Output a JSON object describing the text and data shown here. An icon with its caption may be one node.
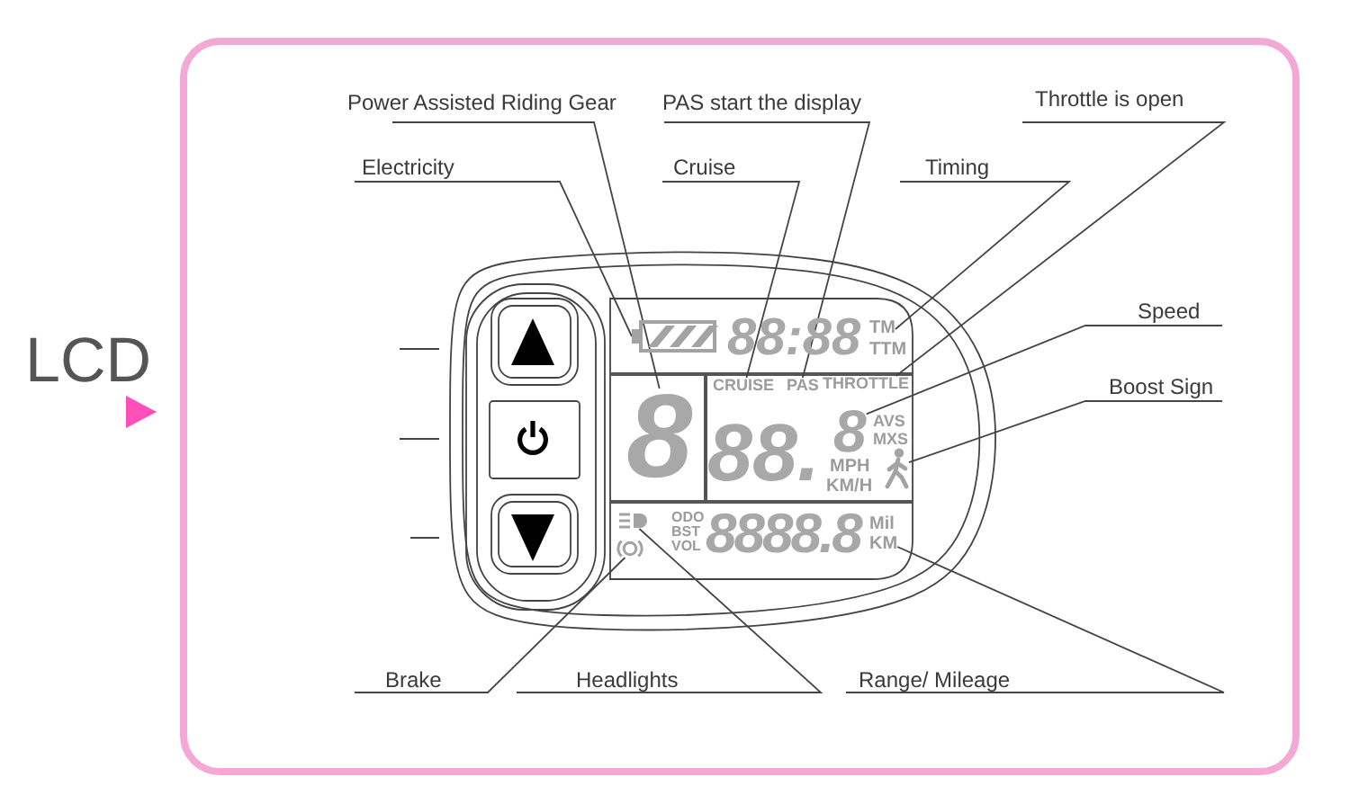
{
  "diagram": {
    "nodes": [
      {
        "text": [
          "Power Assisted Riding Gear"
        ]
      },
      {
        "text": [
          "PAS start the display"
        ]
      },
      {
        "text": [
          "Throttle is open"
        ]
      },
      {
        "text": [
          "Electricity"
        ]
      },
      {
        "text": [
          "Cruise"
        ]
      },
      {
        "text": [
          "Timing"
        ]
      },
      {
        "text": [
          "Speed"
        ]
      },
      {
        "text": [
          "Boost Sign"
        ]
      },
      {
        "text": [
          "Brake"
        ]
      },
      {
        "text": [
          "Headlights"
        ]
      },
      {
        "text": [
          "Range/ Mileage"
        ]
      },
      {
        "text": [],
        "shape": "battery"
      },
      {
        "text": [
          "TM"
        ]
      },
      {
        "text": [
          "CRUISE"
        ]
      },
      {
        "text": [
          "PAS"
        ]
      },
      {
        "text": [
          "THROTTLE"
        ]
      },
      {
        "text": [
          "8"
        ]
      },
      {
        "text": [
          "8"
        ]
      },
      {
        "text": [],
        "shape": "person"
      },
      {
        "text": [],
        "shape": "lamp"
      },
      {
        "text": [
          "KM"
        ]
      },
      {
        "text": [],
        "shape": "circle"
      }
    ],
    "edges": [
      {
        "from": 0,
        "to": 16,
        "arrow": "none"
      },
      {
        "from": 1,
        "to": 14,
        "arrow": "none"
      },
      {
        "from": 2,
        "to": 15,
        "arrow": "none"
      },
      {
        "from": 3,
        "to": 11,
        "arrow": "none"
      },
      {
        "from": 4,
        "to": 13,
        "arrow": "none"
      },
      {
        "from": 5,
        "to": 12,
        "arrow": "none"
      },
      {
        "from": 6,
        "to": 17,
        "arrow": "none"
      },
      {
        "from": 7,
        "to": 18,
        "arrow": "none"
      },
      {
        "from": 8,
        "to": 21,
        "arrow": "none"
      },
      {
        "from": 9,
        "to": 19,
        "arrow": "none"
      },
      {
        "from": 10,
        "to": 20,
        "arrow": "none"
      }
    ],
    "labels": [
      "LCD",
      "88:88",
      "TTM",
      "88.",
      "AVS",
      "MXS",
      "MPH",
      "KM/H",
      "ODO",
      "BST",
      "VOL",
      "8888.8",
      "Mil"
    ]
  }
}
